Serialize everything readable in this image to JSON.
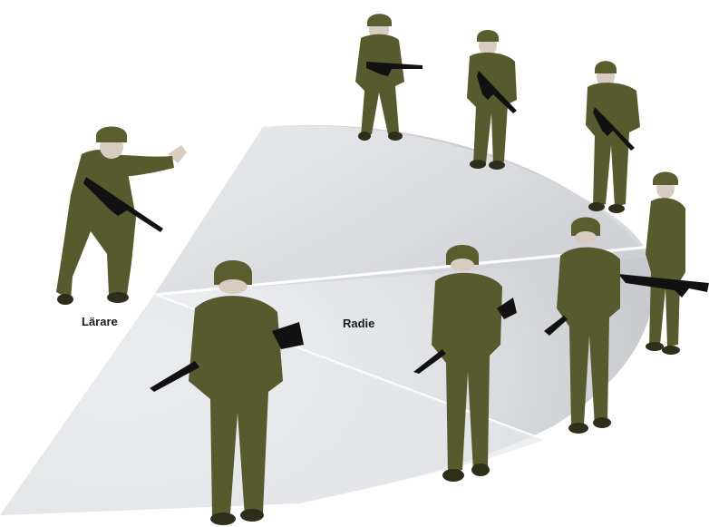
{
  "labels": {
    "teacher": "Lärare",
    "radius": "Radie"
  },
  "colors": {
    "uniform": "#565a2c",
    "helmet": "#5a5e2e",
    "skin": "#d8cbc0",
    "weapon": "#111111",
    "ground_light": "#f1f2f4",
    "ground_mid": "#d9dbde",
    "ground_dark": "#b7b9bd"
  },
  "figures": [
    {
      "role": "instructor",
      "pose": "gesturing"
    },
    {
      "role": "soldier",
      "pose": "facing-front"
    },
    {
      "role": "soldier",
      "pose": "facing-front"
    },
    {
      "role": "soldier",
      "pose": "facing-front"
    },
    {
      "role": "soldier",
      "pose": "facing-front"
    },
    {
      "role": "soldier",
      "pose": "back"
    },
    {
      "role": "soldier",
      "pose": "back"
    },
    {
      "role": "soldier",
      "pose": "back"
    }
  ]
}
